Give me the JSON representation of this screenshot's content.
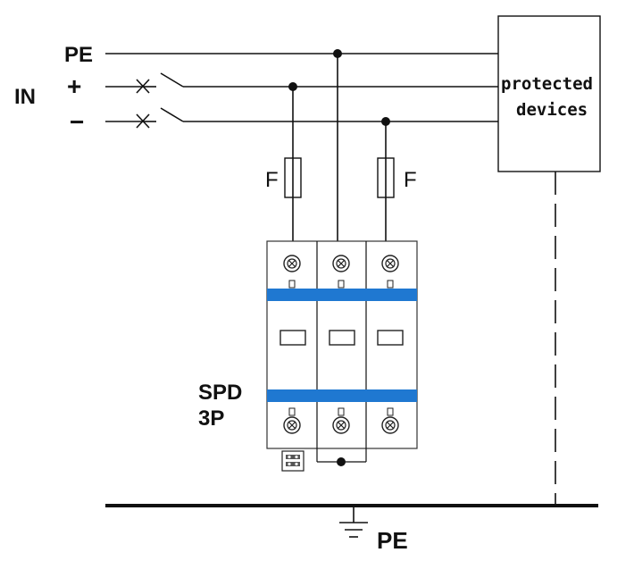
{
  "labels": {
    "pe_top": "PE",
    "in": "IN",
    "plus": "+",
    "minus": "−",
    "fuse_left": "F",
    "fuse_right": "F",
    "device_line1": "protected",
    "device_line2": "devices",
    "spd_line1": "SPD",
    "spd_line2": "3P",
    "pe_bottom": "PE"
  },
  "colors": {
    "band": "#1f78d1",
    "line": "#111111"
  },
  "icons": {
    "switch": "open-switch-icon",
    "fuse": "fuse-icon",
    "terminal": "screw-terminal-icon",
    "ground": "ground-icon",
    "junction": "junction-dot-icon"
  }
}
